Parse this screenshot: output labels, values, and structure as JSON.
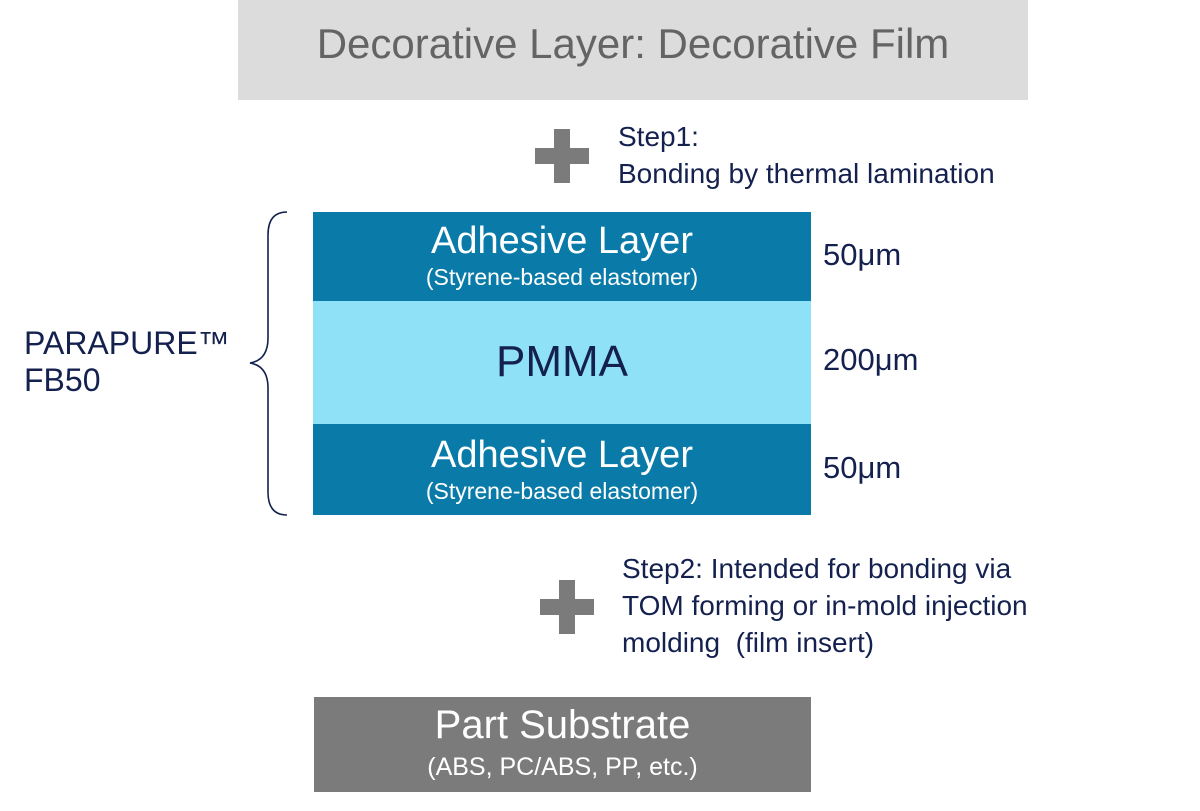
{
  "decorative_layer": {
    "label": "Decorative Layer: Decorative Film"
  },
  "step1": {
    "line1": "Step1:",
    "line2": "Bonding by thermal lamination"
  },
  "product": {
    "line1": "PARAPURE™",
    "line2": "FB50"
  },
  "layers": [
    {
      "title": "Adhesive Layer",
      "subtitle": "(Styrene-based elastomer)",
      "thickness": "50μm",
      "color": "#0a7ba8"
    },
    {
      "title": "PMMA",
      "thickness": "200μm",
      "color": "#8fe1f7"
    },
    {
      "title": "Adhesive Layer",
      "subtitle": "(Styrene-based elastomer)",
      "thickness": "50μm",
      "color": "#0a7ba8"
    }
  ],
  "step2": {
    "line1": "Step2: Intended for bonding via",
    "line2": "TOM forming or in-mold injection",
    "line3": "molding  (film insert)"
  },
  "substrate": {
    "title": "Part Substrate",
    "subtitle": "(ABS, PC/ABS, PP, etc.)",
    "color": "#7b7b7b"
  },
  "icons": {
    "plus": "plus-icon",
    "brace": "curly-brace-icon"
  },
  "colors": {
    "text": "#14214f",
    "decorative_box": "#dcdcdc",
    "decorative_text": "#646464",
    "plus": "#7b7b7b"
  }
}
